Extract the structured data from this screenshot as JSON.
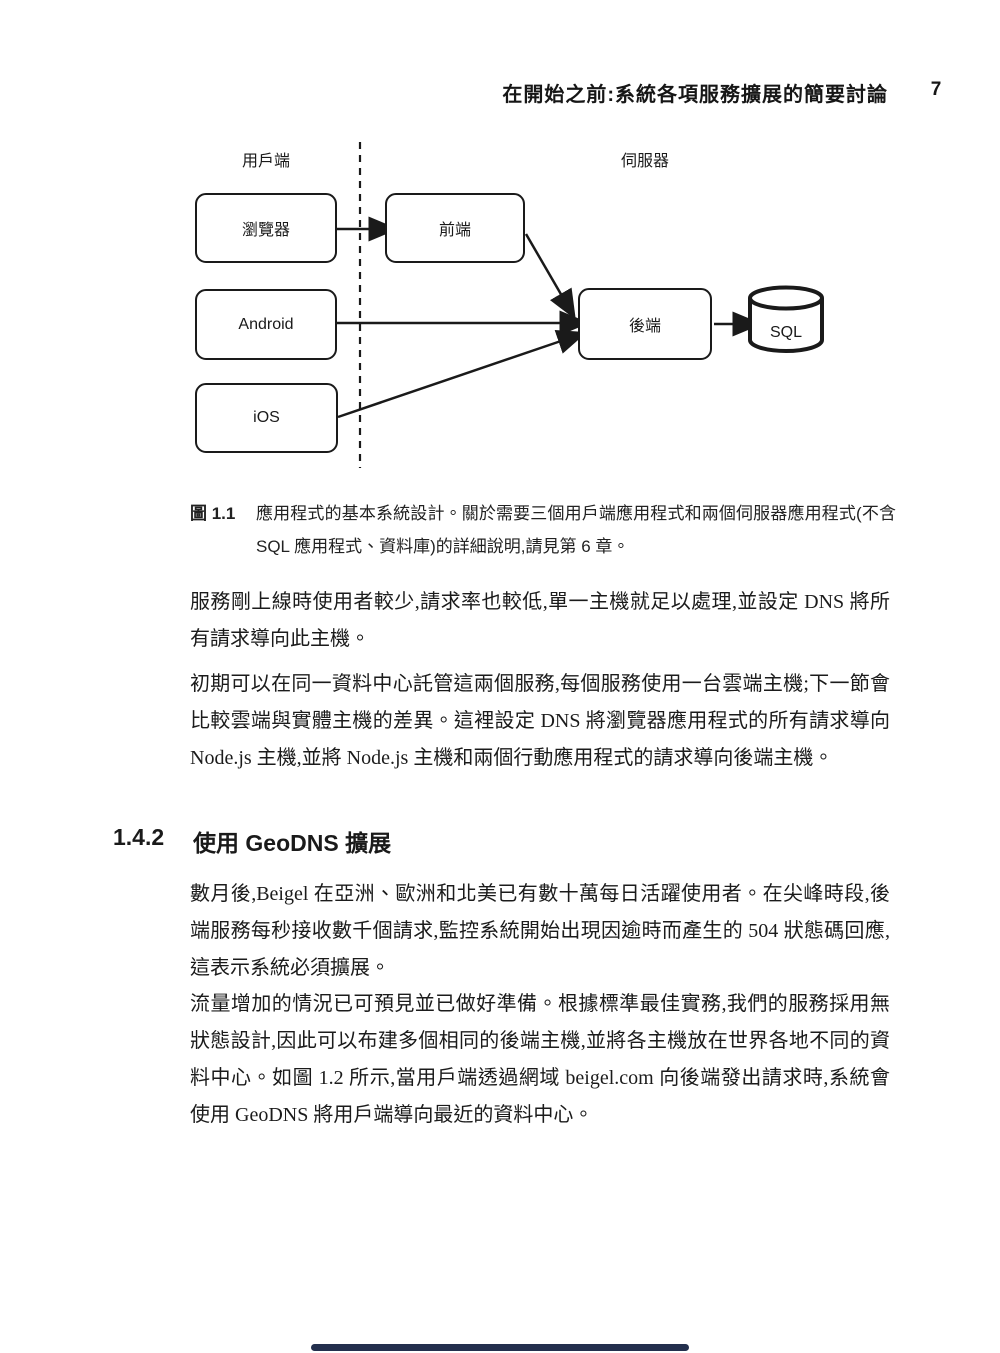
{
  "header": {
    "title": "在開始之前:系統各項服務擴展的簡要討論",
    "page_number": "7"
  },
  "figure": {
    "zone_labels": {
      "client": "用戶端",
      "server": "伺服器"
    },
    "nodes": {
      "browser": "瀏覽器",
      "frontend": "前端",
      "android": "Android",
      "backend": "後端",
      "ios": "iOS",
      "database": "SQL"
    },
    "caption_label": "圖 1.1",
    "caption_text": "應用程式的基本系統設計。關於需要三個用戶端應用程式和兩個伺服器應用程式(不含 SQL 應用程式、資料庫)的詳細說明,請見第 6 章。"
  },
  "paragraphs": {
    "p1": "服務剛上線時使用者較少,請求率也較低,單一主機就足以處理,並設定 DNS 將所有請求導向此主機。",
    "p2": "初期可以在同一資料中心託管這兩個服務,每個服務使用一台雲端主機;下一節會比較雲端與實體主機的差異。這裡設定 DNS 將瀏覽器應用程式的所有請求導向 Node.js 主機,並將 Node.js 主機和兩個行動應用程式的請求導向後端主機。",
    "p3": "數月後,Beigel 在亞洲、歐洲和北美已有數十萬每日活躍使用者。在尖峰時段,後端服務每秒接收數千個請求,監控系統開始出現因逾時而產生的 504 狀態碼回應,這表示系統必須擴展。",
    "p4": "流量增加的情況已可預見並已做好準備。根據標準最佳實務,我們的服務採用無狀態設計,因此可以布建多個相同的後端主機,並將各主機放在世界各地不同的資料中心。如圖 1.2 所示,當用戶端透過網域 beigel.com 向後端發出請求時,系統會使用 GeoDNS 將用戶端導向最近的資料中心。"
  },
  "section": {
    "number": "1.4.2",
    "title": "使用 GeoDNS 擴展"
  },
  "colors": {
    "ink": "#1a1a1a",
    "home_pill": "#232f4d"
  }
}
